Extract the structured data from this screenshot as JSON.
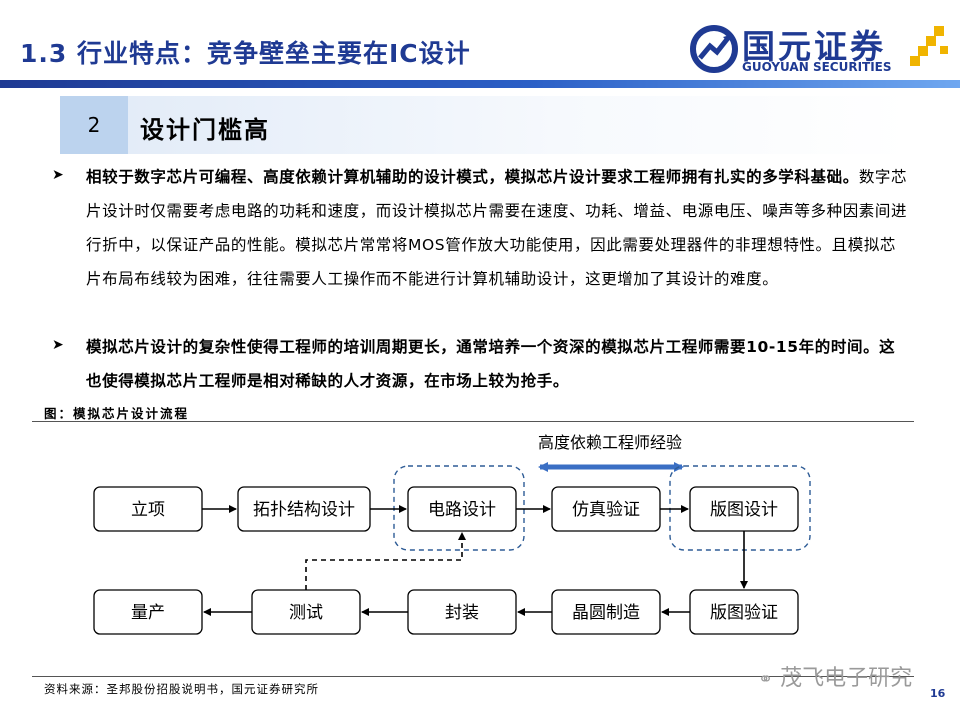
{
  "header": {
    "title": "1.3 行业特点：竞争壁垒主要在IC设计",
    "logo_cn": "国元证券",
    "logo_en": "GUOYUAN SECURITIES",
    "brand_color": "#1f3a93"
  },
  "section": {
    "number": "2",
    "title": "设计门槛高"
  },
  "bullets": [
    {
      "bold": "相较于数字芯片可编程、高度依赖计算机辅助的设计模式，模拟芯片设计要求工程师拥有扎实的多学科基础。",
      "normal": "数字芯片设计时仅需要考虑电路的功耗和速度，而设计模拟芯片需要在速度、功耗、增益、电源电压、噪声等多种因素间进行折中，以保证产品的性能。模拟芯片常常将MOS管作放大功能使用，因此需要处理器件的非理想特性。且模拟芯片布局布线较为困难，往往需要人工操作而不能进行计算机辅助设计，这更增加了其设计的难度。"
    },
    {
      "bold": "模拟芯片设计的复杂性使得工程师的培训周期更长，通常培养一个资深的模拟芯片工程师需要10-15年的时间。这也使得模拟芯片工程师是相对稀缺的人才资源，在市场上较为抢手。",
      "normal": ""
    }
  ],
  "figure_label": "图：模拟芯片设计流程",
  "diagram": {
    "experience_label": "高度依赖工程师经验",
    "row1": [
      "立项",
      "拓扑结构设计",
      "电路设计",
      "仿真验证",
      "版图设计"
    ],
    "row2": [
      "量产",
      "测试",
      "封装",
      "晶圆制造",
      "版图验证"
    ]
  },
  "source": "资料来源：圣邦股份招股说明书，国元证券研究所",
  "watermark": "茂飞电子研究",
  "page_number": "16"
}
